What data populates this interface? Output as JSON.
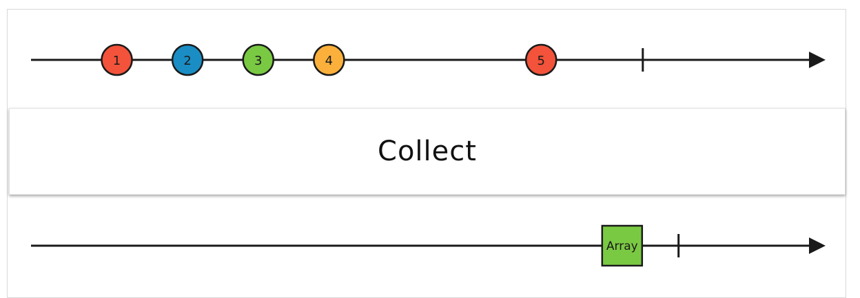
{
  "operator": {
    "label": "Collect"
  },
  "input": {
    "marbles": [
      {
        "label": "1",
        "color": "#f2533a",
        "t": 0.108
      },
      {
        "label": "2",
        "color": "#1a8dc4",
        "t": 0.197
      },
      {
        "label": "3",
        "color": "#7ac943",
        "t": 0.286
      },
      {
        "label": "4",
        "color": "#fbb03b",
        "t": 0.375
      },
      {
        "label": "5",
        "color": "#f2533a",
        "t": 0.642
      }
    ],
    "complete_t": 0.77
  },
  "output": {
    "emission": {
      "label": "Array",
      "color": "#7ac943",
      "t": 0.77
    },
    "complete_t": 0.815
  },
  "colors": {
    "line": "#1a1a1a"
  }
}
